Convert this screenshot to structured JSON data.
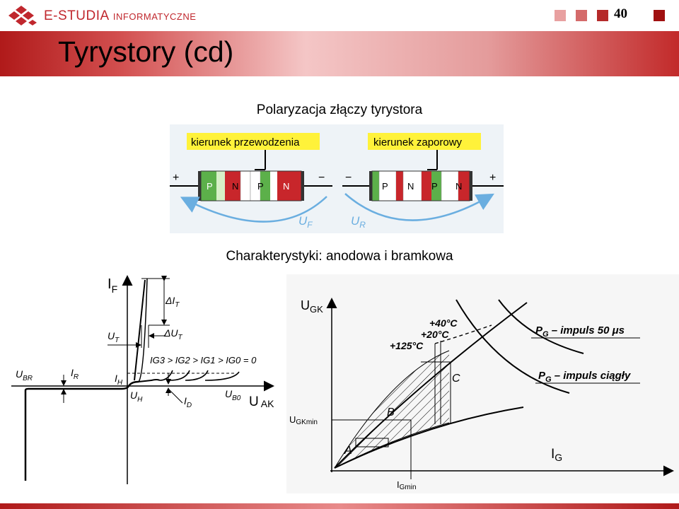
{
  "header": {
    "brand_big": "E-STUDIA",
    "brand_small": "INFORMATYCZNE",
    "page_number": "40",
    "squares": [
      "#e8a0a0",
      "#d46a6a",
      "#b52a2a",
      "#a01010"
    ]
  },
  "slide": {
    "title": "Tyrystory (cd)",
    "caption_junctions": "Polaryzacja złączy tyrystora",
    "caption_characteristics": "Charakterystyki: anodowa i bramkowa"
  },
  "junctions": {
    "forward": {
      "label": "kierunek przewodzenia",
      "layers": [
        "P",
        "N",
        "P",
        "N"
      ],
      "plus": "+",
      "minus": "−",
      "voltage": "U",
      "voltage_sub": "F"
    },
    "reverse": {
      "label": "kierunek zaporowy",
      "layers": [
        "P",
        "N",
        "P",
        "N"
      ],
      "plus": "+",
      "minus": "−",
      "voltage": "U",
      "voltage_sub": "R"
    },
    "colors": {
      "p": "#5cb04a",
      "n": "#c8262b",
      "label_bg": "#fff23a",
      "arrow": "#6aaee0",
      "bg": "#eef3f7"
    }
  },
  "anode_chart": {
    "y_axis": "I",
    "y_axis_sub": "F",
    "x_axis": "U",
    "x_axis_sub": "AK",
    "delta_it": "ΔI",
    "delta_it_sub": "T",
    "delta_ut": "ΔU",
    "delta_ut_sub": "T",
    "ut": "U",
    "ut_sub": "T",
    "ubr": "U",
    "ubr_sub": "BR",
    "ir": "I",
    "ir_sub": "R",
    "ih": "I",
    "ih_sub": "H",
    "uh": "U",
    "uh_sub": "H",
    "id": "I",
    "id_sub": "D",
    "ub0": "U",
    "ub0_sub": "B0",
    "gate_relation": "IG3 > IG2 > IG1 > IG0 = 0"
  },
  "gate_chart": {
    "y_axis": "U",
    "y_axis_sub": "GK",
    "x_axis": "I",
    "x_axis_sub": "G",
    "ugk_min": "U",
    "ugk_min_sub": "GKmin",
    "ig_min": "I",
    "ig_min_sub": "Gmin",
    "temp1": "+40°C",
    "temp2": "+20°C",
    "temp3": "+125°C",
    "region_a": "A",
    "region_b": "B",
    "region_c": "C",
    "pg_pulse_prefix": "P",
    "pg_pulse_sub": "G",
    "pg_pulse_text": " – impuls 50 μs",
    "pg_cont_prefix": "P",
    "pg_cont_sub": "G",
    "pg_cont_text": " – impuls ciągły"
  }
}
